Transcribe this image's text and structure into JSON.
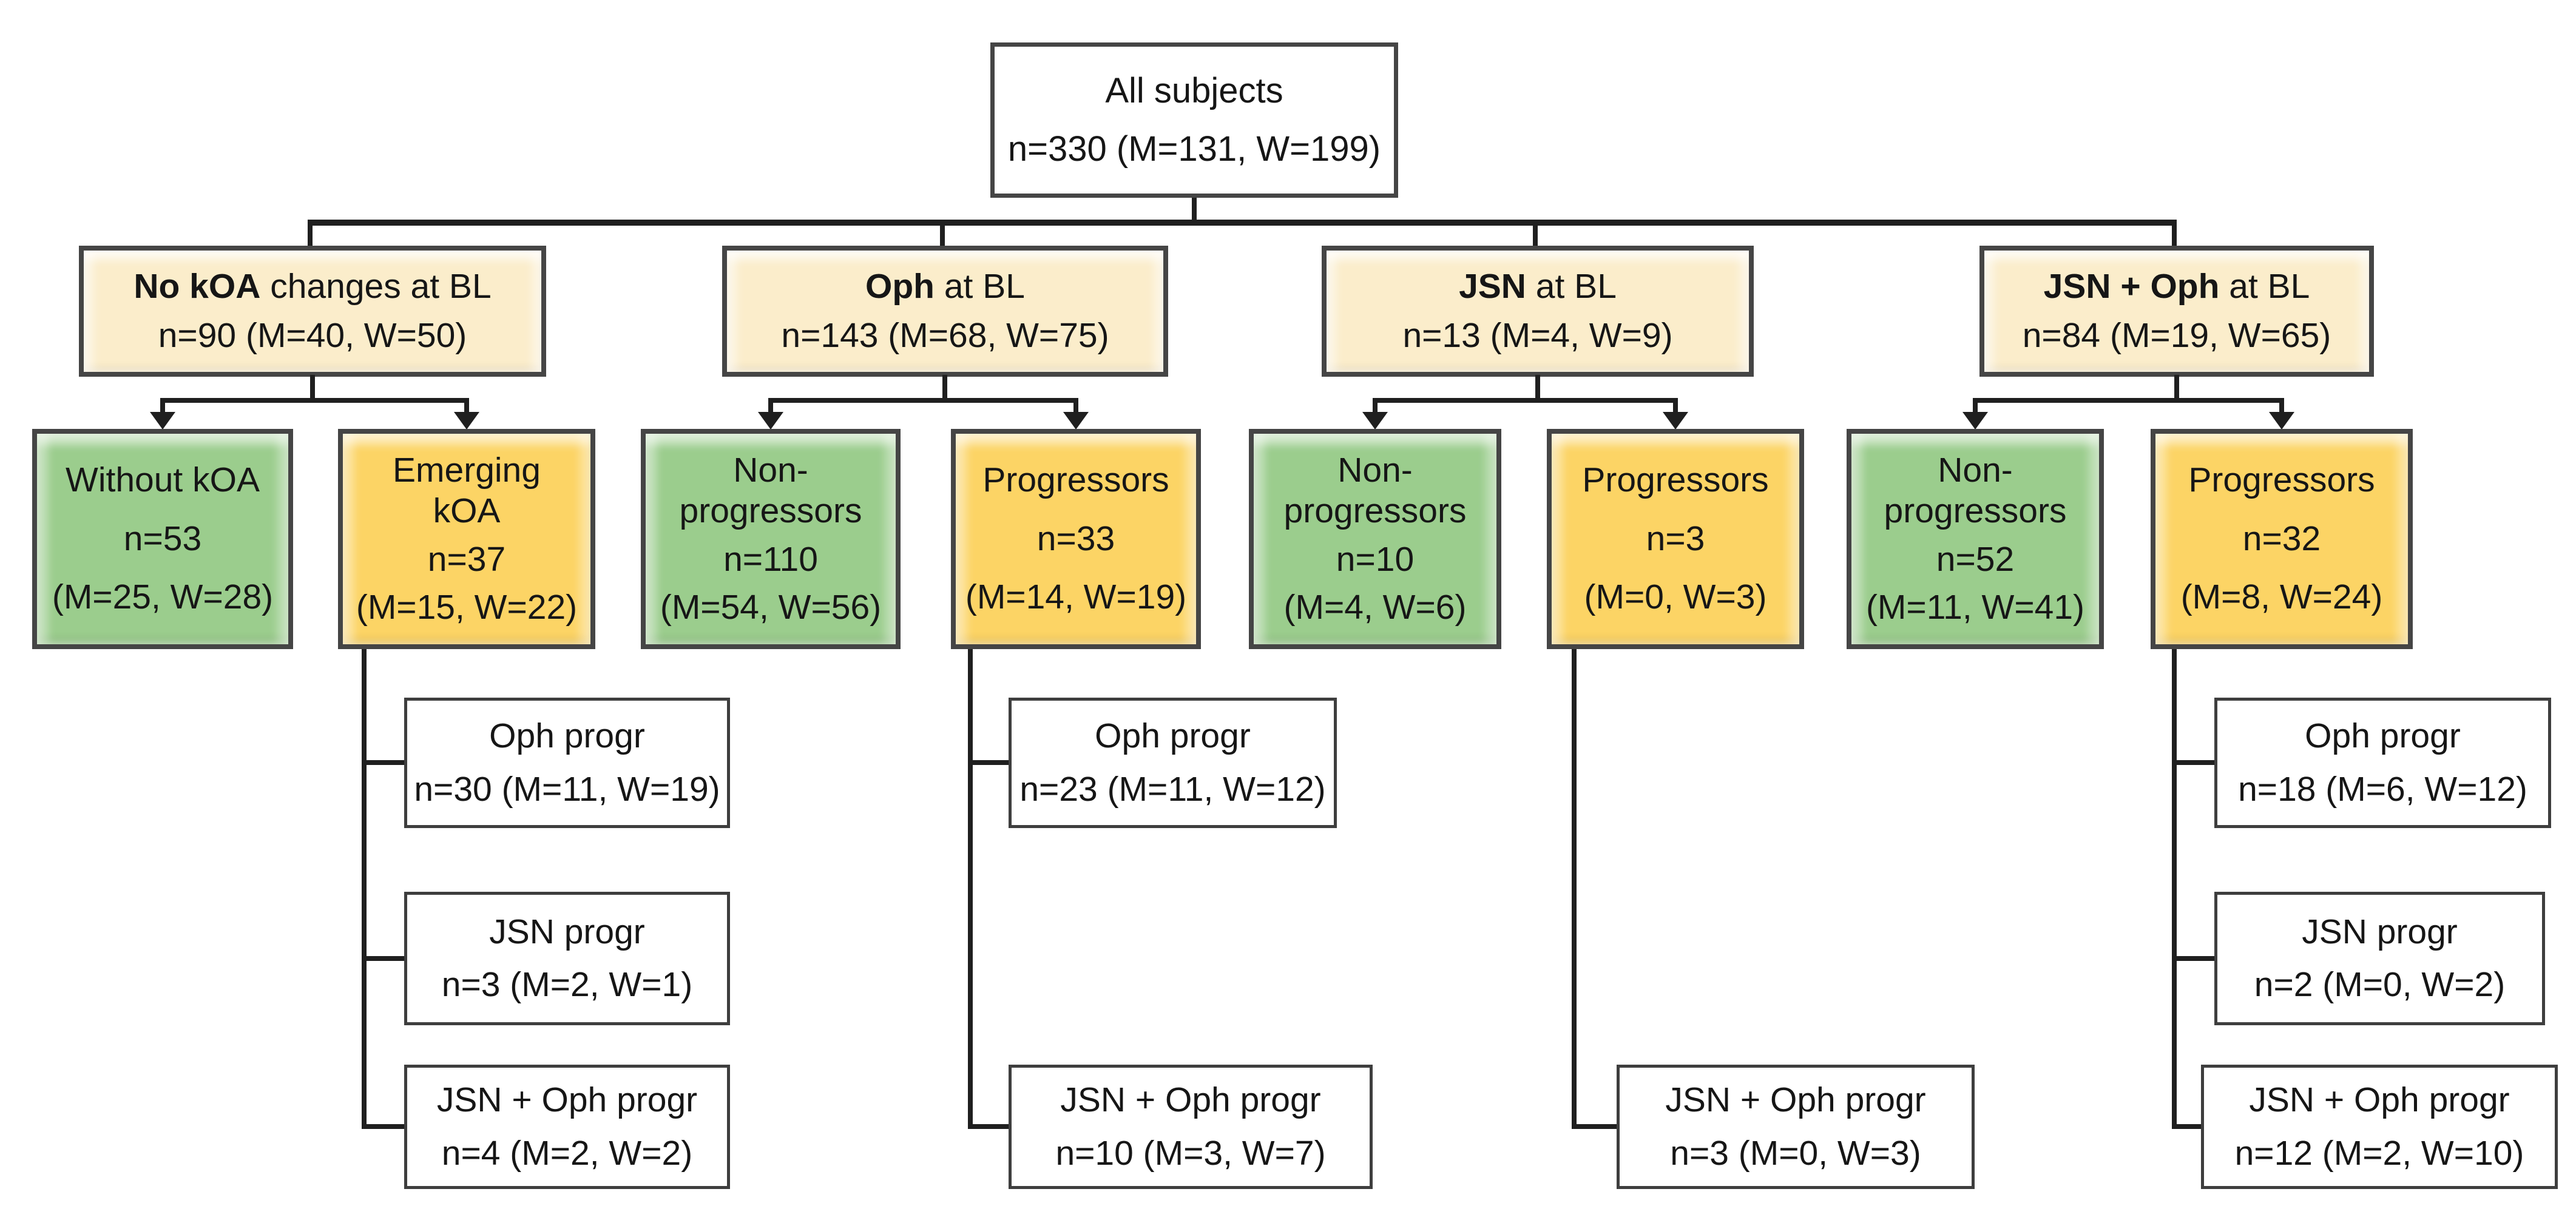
{
  "colors": {
    "line": "#1f1f1f",
    "box-border": "#454545",
    "cream": "#fbedcb",
    "green": "#9bcd8d",
    "yellow": "#fcd465"
  },
  "root": {
    "title": "All subjects",
    "stats": "n=330 (M=131, W=199)"
  },
  "branches": [
    {
      "parent": {
        "bold": "No kOA",
        "rest": " changes at BL",
        "stats": "n=90 (M=40, W=50)"
      },
      "green": {
        "title": "Without kOA",
        "n": "n=53",
        "mw": "(M=25, W=28)"
      },
      "yellow": {
        "title": "Emerging kOA",
        "n": "n=37",
        "mw": "(M=15, W=22)"
      },
      "subs": [
        {
          "title": "Oph progr",
          "stats": "n=30 (M=11, W=19)"
        },
        {
          "title": "JSN progr",
          "stats": "n=3 (M=2, W=1)"
        },
        {
          "title": "JSN + Oph progr",
          "stats": "n=4 (M=2, W=2)"
        }
      ]
    },
    {
      "parent": {
        "bold": "Oph",
        "rest": " at BL",
        "stats": "n=143 (M=68, W=75)"
      },
      "green": {
        "title": "Non-progressors",
        "n": "n=110",
        "mw": "(M=54, W=56)"
      },
      "yellow": {
        "title": "Progressors",
        "n": "n=33",
        "mw": "(M=14, W=19)"
      },
      "subs": [
        {
          "title": "Oph progr",
          "stats": "n=23 (M=11, W=12)"
        },
        {
          "title": "JSN + Oph progr",
          "stats": "n=10 (M=3, W=7)"
        }
      ]
    },
    {
      "parent": {
        "bold": "JSN",
        "rest": " at BL",
        "stats": "n=13 (M=4, W=9)"
      },
      "green": {
        "title": "Non-progressors",
        "n": "n=10",
        "mw": "(M=4, W=6)"
      },
      "yellow": {
        "title": "Progressors",
        "n": "n=3",
        "mw": "(M=0, W=3)"
      },
      "subs": [
        {
          "title": "JSN + Oph progr",
          "stats": "n=3 (M=0, W=3)"
        }
      ]
    },
    {
      "parent": {
        "bold": "JSN + Oph",
        "rest": " at BL",
        "stats": "n=84 (M=19, W=65)"
      },
      "green": {
        "title": "Non-progressors",
        "n": "n=52",
        "mw": "(M=11, W=41)"
      },
      "yellow": {
        "title": "Progressors",
        "n": "n=32",
        "mw": "(M=8, W=24)"
      },
      "subs": [
        {
          "title": "Oph progr",
          "stats": "n=18 (M=6, W=12)"
        },
        {
          "title": "JSN progr",
          "stats": "n=2 (M=0, W=2)"
        },
        {
          "title": "JSN + Oph progr",
          "stats": "n=12 (M=2, W=10)"
        }
      ]
    }
  ]
}
